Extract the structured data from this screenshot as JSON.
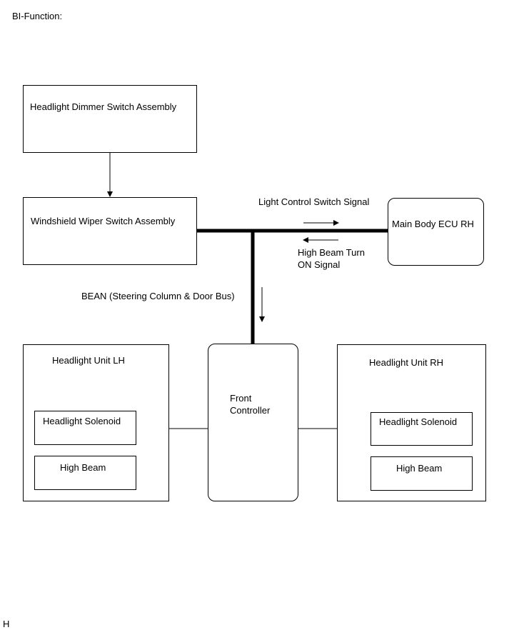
{
  "title": "BI-Function:",
  "footer_mark": "H",
  "blocks": {
    "dimmer_switch": "Headlight Dimmer Switch Assembly",
    "wiper_switch": "Windshield Wiper Switch Assembly",
    "main_body_ecu": "Main Body ECU RH",
    "front_controller_line1": "Front",
    "front_controller_line2": "Controller",
    "headlight_lh": "Headlight Unit LH",
    "headlight_rh": "Headlight Unit RH",
    "solenoid_lh": "Headlight Solenoid",
    "highbeam_lh": "High Beam",
    "solenoid_rh": "Headlight Solenoid",
    "highbeam_rh": "High Beam"
  },
  "signals": {
    "light_control": "Light Control Switch Signal",
    "high_beam_turn_line1": "High Beam Turn",
    "high_beam_turn_line2": "ON Signal",
    "bean_bus": "BEAN (Steering Column & Door Bus)"
  }
}
